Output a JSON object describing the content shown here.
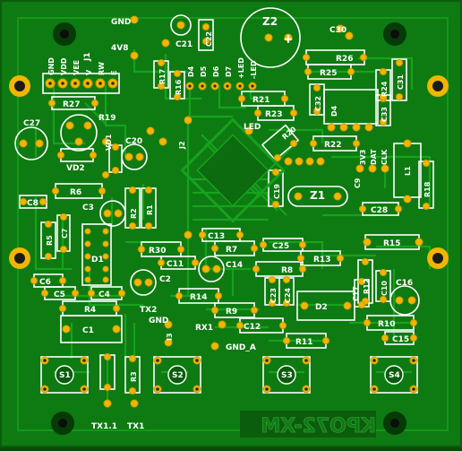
{
  "board": {
    "brand": "KPO72-XM",
    "colors": {
      "board": "#0e7a12",
      "board_dark": "#0a5c0c",
      "trace": "#15a11c",
      "silk": "#ffffff",
      "pad": "#f2b600",
      "pad_ring": "#d49a00",
      "hole": "#1a1a1a"
    }
  },
  "labels": {
    "gnd": "GND",
    "v48": "4V8",
    "c21": "C21",
    "c22": "C22",
    "z2": "Z2",
    "c30": "C30",
    "j1": "J1",
    "gnd_top": "GND",
    "vdd": "VDD",
    "vee": "VEE",
    "v": "V",
    "rw": "RW",
    "e": "E",
    "r17": "R17",
    "r16": "R16",
    "d4": "D4",
    "d5": "D5",
    "d6": "D6",
    "d7": "D7",
    "ledp": "+LED",
    "ledm": "-LED",
    "r26": "R26",
    "r25": "R25",
    "r24": "R24",
    "c31": "C31",
    "r27": "R27",
    "r21": "R21",
    "r23": "R23",
    "c32": "C32",
    "d4b": "D4",
    "c33": "C33",
    "c27": "C27",
    "r19": "R19",
    "vd1": "VD1",
    "vd2": "VD2",
    "c20": "C20",
    "j2": "J2",
    "led": "LED",
    "r20": "R20",
    "r22": "R22",
    "v33": "3V3",
    "dat": "DAT",
    "clk": "CLK",
    "l1": "L1",
    "c9": "C9",
    "r18": "R18",
    "c19": "C19",
    "z1": "Z1",
    "c28": "C28",
    "r6": "R6",
    "c8": "C8",
    "c3": "C3",
    "r2": "R2",
    "r1": "R1",
    "r5": "R5",
    "c7": "C7",
    "d1": "D1",
    "c13": "C13",
    "r7": "R7",
    "c25": "C25",
    "r15": "R15",
    "r30": "R30",
    "c11": "C11",
    "c14": "C14",
    "r13": "R13",
    "r8": "R8",
    "c6": "C6",
    "c2": "C2",
    "r12": "R12",
    "c16": "C16",
    "c5": "C5",
    "c4": "C4",
    "r14": "R14",
    "c23": "C23",
    "c24": "C24",
    "c17": "C17",
    "c10": "C10",
    "r4": "R4",
    "tx2": "TX2",
    "r9": "R9",
    "d2": "D2",
    "gnd2": "GND",
    "rx1": "RX1",
    "c12": "C12",
    "r10": "R10",
    "c1": "C1",
    "i3": "I3",
    "r11": "R11",
    "c15": "C15",
    "gnda": "GND_A",
    "s1": "S1",
    "r3": "R3",
    "s2": "S2",
    "s3": "S3",
    "s4": "S4",
    "tx11": "TX1.1",
    "tx1": "TX1"
  }
}
